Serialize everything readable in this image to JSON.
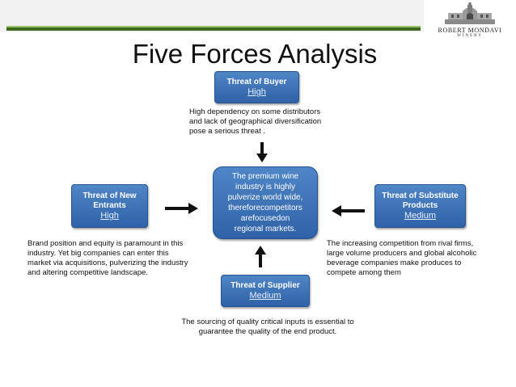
{
  "title": "Five Forces Analysis",
  "logo": {
    "name": "ROBERT MONDAVI",
    "sub": "WINERY"
  },
  "center": {
    "lines": [
      "The premium wine",
      "industry is highly",
      "pulverize world wide,",
      "thereforecompetitors",
      "arefocusedon",
      "regional markets."
    ]
  },
  "buyer": {
    "label": "Threat  of Buyer",
    "level": "High",
    "note_lines": [
      "High dependency on some distributors",
      "and lack of geographical diversification",
      "pose a serious threat ."
    ]
  },
  "new_entrants": {
    "label_lines": [
      "Threat of New",
      "Entrants"
    ],
    "level": "High",
    "note_lines": [
      "Brand position and equity is paramount in this",
      "industry. Yet big companies can enter this",
      "market via acquisitions, pulverizing the industry",
      "and altering  competitive landscape."
    ]
  },
  "substitute": {
    "label_lines": [
      "Threat of Substitute",
      "Products"
    ],
    "level": "Medium",
    "note_lines": [
      "The increasing competition from rival firms,",
      "large volume producers and global alcoholic",
      "beverage  companies  make  produces  to",
      "compete among them"
    ]
  },
  "supplier": {
    "label": "Threat of Supplier",
    "level": "Medium",
    "note_lines": [
      "The sourcing of quality critical inputs is essential to",
      "guarantee the quality of the end product."
    ]
  },
  "colors": {
    "box": "#3a6fb5",
    "accent_green": "#3c6a1e",
    "arrow": "#111111"
  }
}
